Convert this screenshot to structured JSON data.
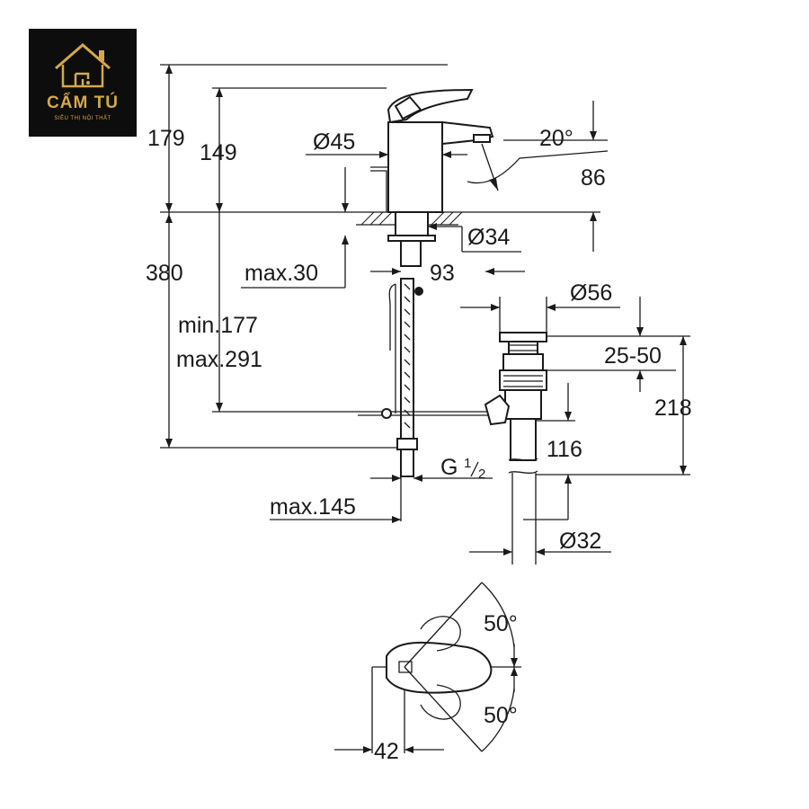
{
  "brand": {
    "name": "CẨM TÚ",
    "tagline": "SIÊU THỊ NỘI THẤT",
    "gold": "#d4a84a",
    "background": "#0d0d0d"
  },
  "dimensions": {
    "h_179": "179",
    "h_149": "149",
    "d_45": "Ø45",
    "angle_20": "20°",
    "h_86": "86",
    "d_34": "Ø34",
    "h_380": "380",
    "max_30": "max.30",
    "w_93": "93",
    "d_56": "Ø56",
    "min_177": "min.177",
    "max_291": "max.291",
    "range_25_50": "25-50",
    "h_218": "218",
    "h_116": "116",
    "thread_g": "G",
    "thread_num": "1",
    "thread_den": "2",
    "max_145": "max.145",
    "d_32": "Ø32",
    "angle_50_top": "50°",
    "angle_50_bottom": "50°",
    "w_42": "42"
  },
  "colors": {
    "line": "#1a1a1a"
  }
}
